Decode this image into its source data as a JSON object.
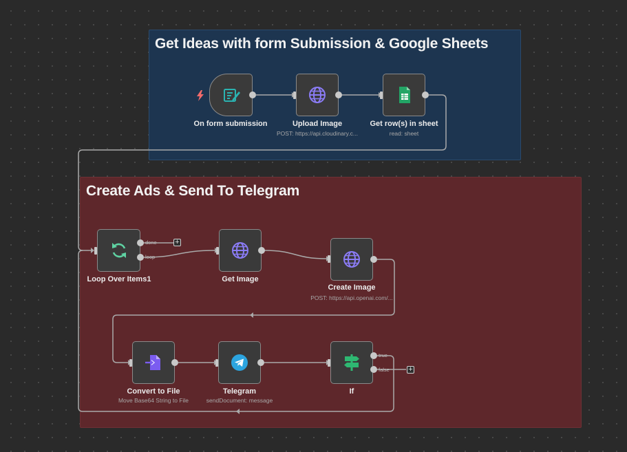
{
  "stickies": {
    "ideas": {
      "title": "Get Ideas with form Submission & Google Sheets"
    },
    "ads": {
      "title": "Create Ads & Send To Telegram"
    }
  },
  "nodes": {
    "form": {
      "label": "On form submission",
      "icon": "form-icon",
      "color": "#2bb3b1"
    },
    "upload": {
      "label": "Upload Image",
      "sub": "POST: https://api.cloudinary.c...",
      "icon": "globe-icon",
      "color": "#8b7cf6"
    },
    "sheets": {
      "label": "Get row(s) in sheet",
      "sub": "read: sheet",
      "icon": "google-sheets-icon",
      "color": "#23a566"
    },
    "loop": {
      "label": "Loop Over Items1",
      "icon": "loop-icon",
      "color": "#5fd3a3",
      "outputs": [
        "done",
        "loop"
      ]
    },
    "getimage": {
      "label": "Get Image",
      "icon": "globe-icon",
      "color": "#8b7cf6"
    },
    "createimage": {
      "label": "Create Image",
      "sub": "POST: https://api.openai.com/...",
      "icon": "globe-icon",
      "color": "#8b7cf6"
    },
    "convert": {
      "label": "Convert to File",
      "sub": "Move Base64 String to File",
      "icon": "convert-file-icon",
      "color": "#7b5cf0"
    },
    "telegram": {
      "label": "Telegram",
      "sub": "sendDocument: message",
      "icon": "telegram-icon",
      "color": "#2ca5e0"
    },
    "if": {
      "label": "If",
      "icon": "signpost-icon",
      "color": "#2eb872",
      "outputs": [
        "true",
        "false"
      ]
    }
  },
  "trigger_icon": "lightning-icon",
  "add_button": "+"
}
